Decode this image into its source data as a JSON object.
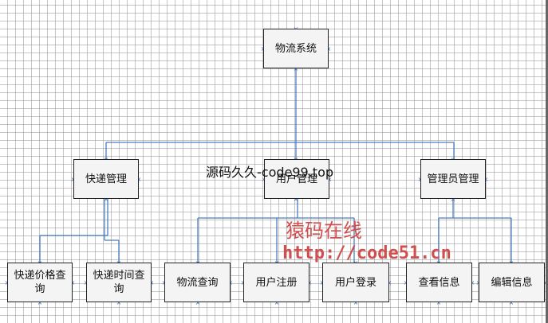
{
  "diagram": {
    "root": "物流系统",
    "modules": [
      "快递管理",
      "用户管理",
      "管理员管理"
    ],
    "leaves": [
      "快递价格查询",
      "快递时间查询",
      "物流查询",
      "用户注册",
      "用户登录",
      "查看信息",
      "编辑信息"
    ]
  },
  "watermarks": {
    "line1": "源码久久-code99.top",
    "line2": "猿码在线",
    "line3": "http://code51.cn"
  },
  "colors": {
    "connector": "#4a7ec2",
    "box_fill": "#f4f4f4",
    "watermark_red": "#d04e4e"
  }
}
